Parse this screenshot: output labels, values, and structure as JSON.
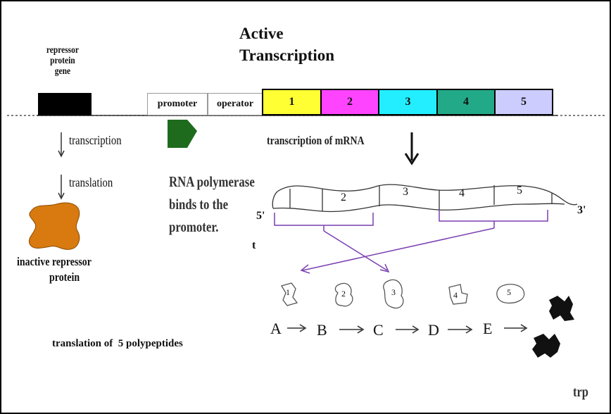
{
  "title_line1": "Active",
  "title_line2": "Transcription",
  "repressor_gene_label": [
    "repressor",
    "protein",
    "gene"
  ],
  "promoter_label": "promoter",
  "operator_label": "operator",
  "genes": [
    {
      "label": "1",
      "color": "#ffff33"
    },
    {
      "label": "2",
      "color": "#ff44ff"
    },
    {
      "label": "3",
      "color": "#22eeff"
    },
    {
      "label": "4",
      "color": "#22aa88"
    },
    {
      "label": "5",
      "color": "#ccccff"
    }
  ],
  "transcription_label": "transcription",
  "translation_label": "translation",
  "inactive_repressor_line1": "inactive repressor",
  "inactive_repressor_line2": "protein",
  "polymerase_text": [
    "RNA polymerase",
    "binds to the",
    "promoter."
  ],
  "transcription_mrna_label": "transcription of mRNA",
  "mrna_segments": [
    "2",
    "3",
    "4",
    "5"
  ],
  "five_prime": "5'",
  "three_prime": "3'",
  "partial_t": "t",
  "polypeptide_numbers": [
    "1",
    "2",
    "3",
    "4",
    "5"
  ],
  "pathway": [
    "A",
    "B",
    "C",
    "D",
    "E"
  ],
  "translation_polypeptides": "translation of  5 polypeptides",
  "trp_label": "trp",
  "colors": {
    "polymerase": "#1e6b1e",
    "bracket": "#7a3fb0",
    "repressor": "#d87a10"
  }
}
